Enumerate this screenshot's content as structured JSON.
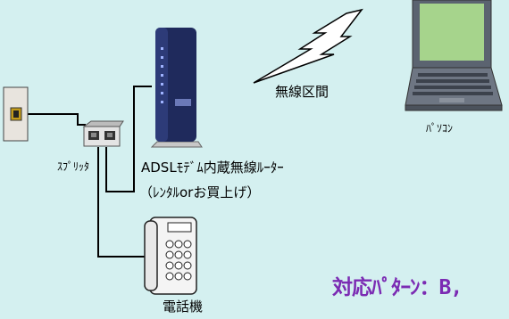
{
  "labels": {
    "router_line1": "ADSLﾓﾃﾞﾑ内蔵無線ﾙｰﾀｰ",
    "router_line2": "（ﾚﾝﾀﾙorお買上げ）",
    "wireless": "無線区間",
    "pc": "ﾊﾟｿｺﾝ",
    "splitter": "ｽﾌﾟﾘｯﾀ",
    "phone": "電話機",
    "pattern": "対応ﾊﾟﾀｰﾝ：B,"
  },
  "icons": {
    "wall_jack": "wall-jack-icon",
    "splitter": "splitter-icon",
    "router": "router-icon",
    "laptop": "laptop-icon",
    "telephone": "telephone-icon",
    "wireless": "lightning-bolt-icon"
  },
  "colors": {
    "background": "#d4f0f0",
    "pattern_text": "#7b2bb3",
    "router_body": "#1f2a5c",
    "laptop_screen": "#a6d48c"
  }
}
